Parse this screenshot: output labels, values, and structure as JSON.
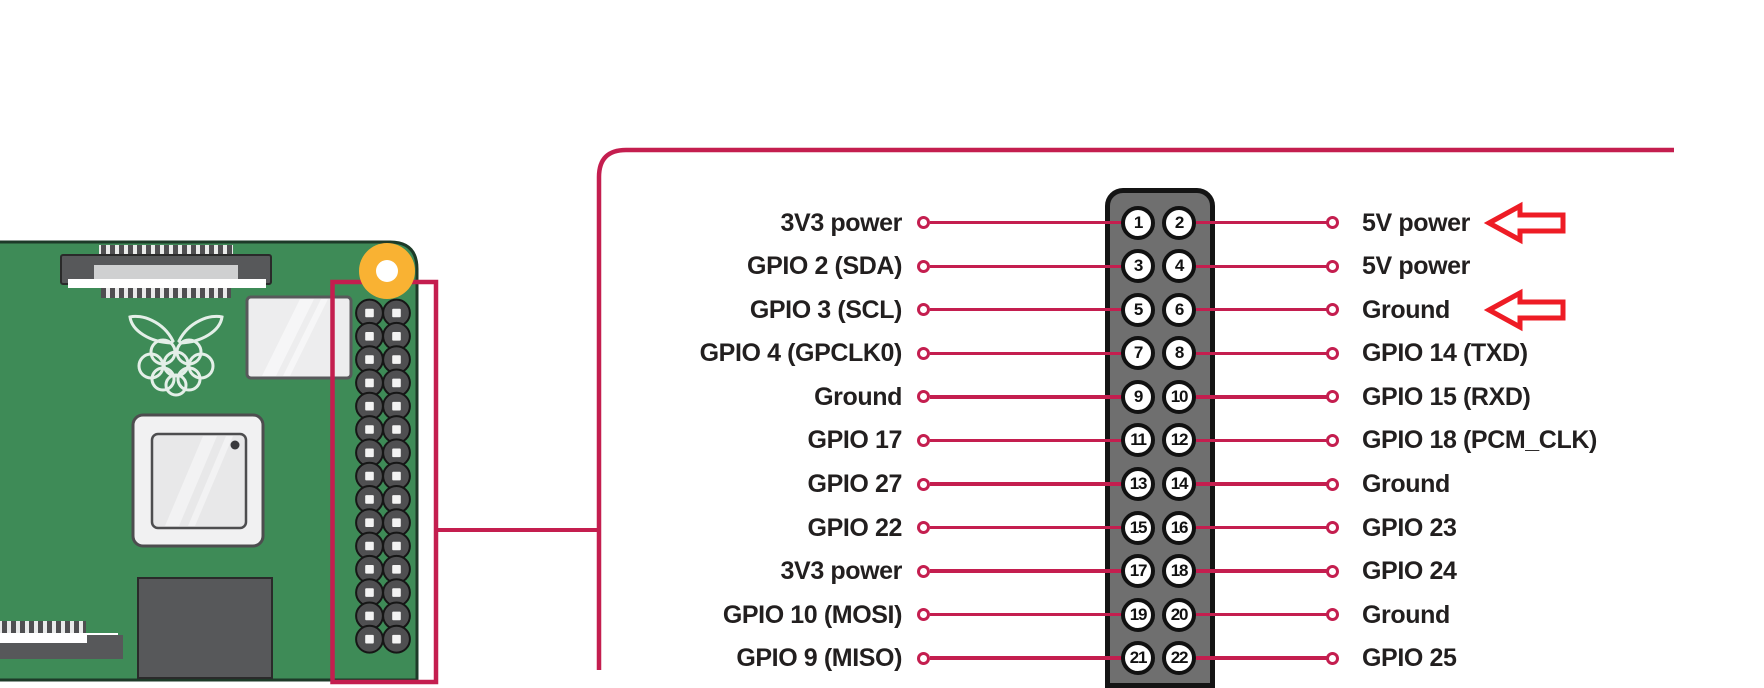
{
  "diagram": {
    "kind": "gpio-pinout",
    "device": "Raspberry Pi",
    "colors": {
      "callout_crimson": "#c41e4f",
      "arrow_red": "#ee1c25",
      "board_green": "#3e8b57",
      "header_gray": "#6f6f6f",
      "mounting_hole_gold": "#f9b233",
      "label_text": "#221f1f"
    },
    "rows": [
      {
        "pin_left": "1",
        "pin_right": "2",
        "label_left": "3V3 power",
        "label_right": "5V power",
        "arrow_right": true
      },
      {
        "pin_left": "3",
        "pin_right": "4",
        "label_left": "GPIO 2 (SDA)",
        "label_right": "5V power",
        "arrow_right": false
      },
      {
        "pin_left": "5",
        "pin_right": "6",
        "label_left": "GPIO 3 (SCL)",
        "label_right": "Ground",
        "arrow_right": true
      },
      {
        "pin_left": "7",
        "pin_right": "8",
        "label_left": "GPIO 4 (GPCLK0)",
        "label_right": "GPIO 14 (TXD)",
        "arrow_right": false
      },
      {
        "pin_left": "9",
        "pin_right": "10",
        "label_left": "Ground",
        "label_right": "GPIO 15 (RXD)",
        "arrow_right": false
      },
      {
        "pin_left": "11",
        "pin_right": "12",
        "label_left": "GPIO 17",
        "label_right": "GPIO 18 (PCM_CLK)",
        "arrow_right": false
      },
      {
        "pin_left": "13",
        "pin_right": "14",
        "label_left": "GPIO 27",
        "label_right": "Ground",
        "arrow_right": false
      },
      {
        "pin_left": "15",
        "pin_right": "16",
        "label_left": "GPIO 22",
        "label_right": "GPIO 23",
        "arrow_right": false
      },
      {
        "pin_left": "17",
        "pin_right": "18",
        "label_left": "3V3 power",
        "label_right": "GPIO 24",
        "arrow_right": false
      },
      {
        "pin_left": "19",
        "pin_right": "20",
        "label_left": "GPIO 10 (MOSI)",
        "label_right": "Ground",
        "arrow_right": false
      },
      {
        "pin_left": "21",
        "pin_right": "22",
        "label_left": "GPIO 9 (MISO)",
        "label_right": "GPIO 25",
        "arrow_right": false
      }
    ]
  }
}
